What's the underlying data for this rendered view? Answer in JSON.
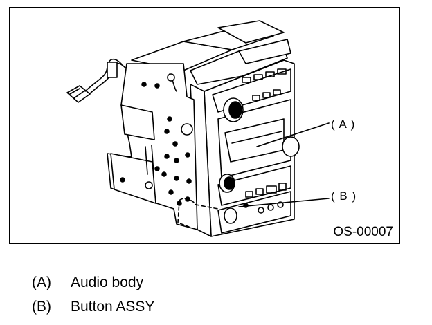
{
  "figure": {
    "code": "OS-00007",
    "callouts": [
      {
        "label": "( A )"
      },
      {
        "label": "( B )"
      }
    ]
  },
  "legend": [
    {
      "key": "(A)",
      "text": "Audio body"
    },
    {
      "key": "(B)",
      "text": "Button ASSY"
    }
  ]
}
